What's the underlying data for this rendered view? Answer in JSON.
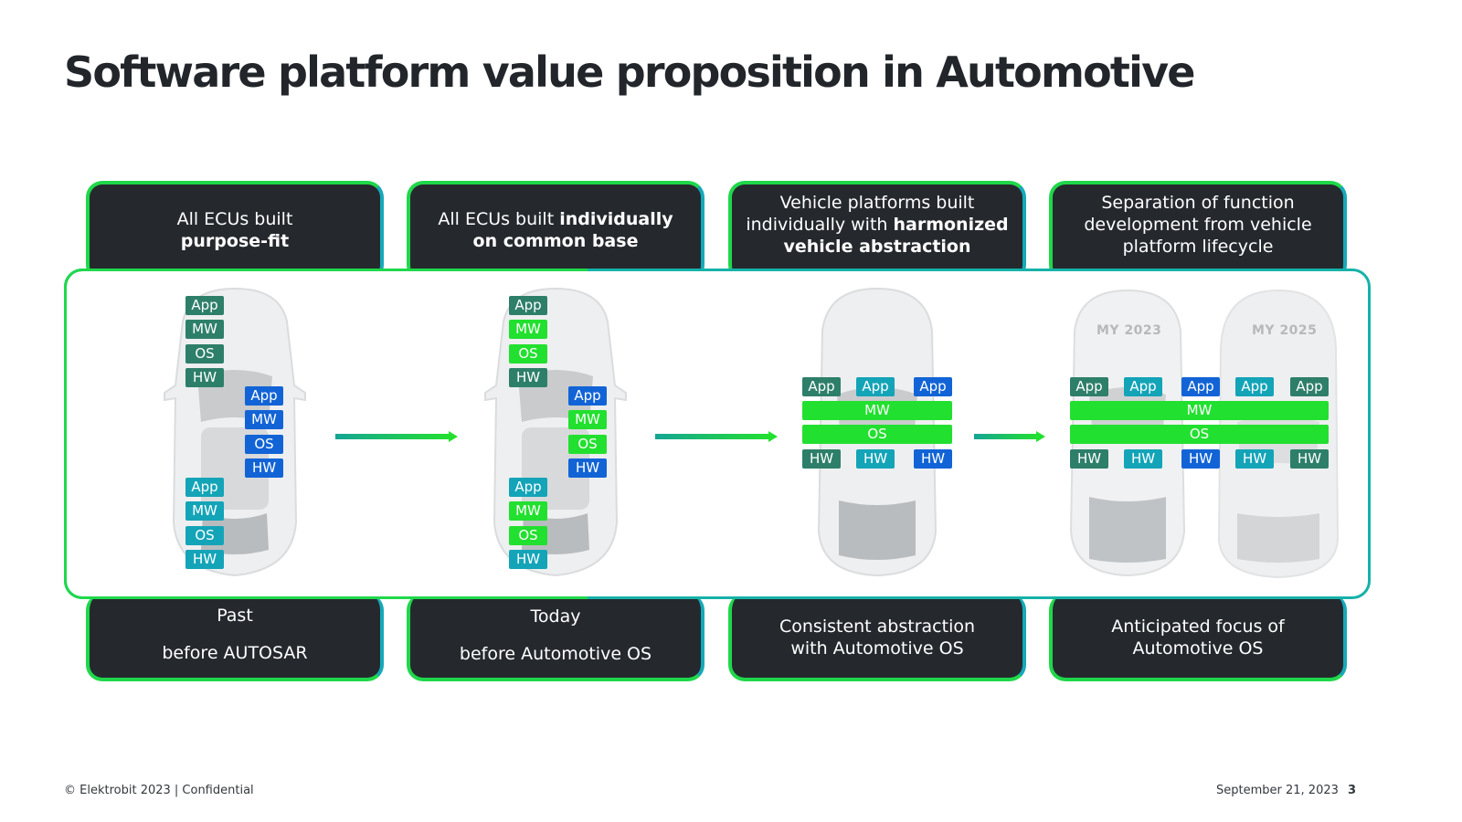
{
  "title": "Software platform value proposition in Automotive",
  "colors": {
    "dark_green": "#2e7f6a",
    "blue": "#1264d6",
    "teal": "#14a4b8",
    "green": "#22e02f",
    "card_bg": "#25292e"
  },
  "columns": [
    {
      "top": {
        "pre": "All ECUs built",
        "bold": "purpose-fit"
      },
      "bottom": {
        "line1": "Past",
        "line2": "before AUTOSAR"
      }
    },
    {
      "top": {
        "pre": "All ECUs built ",
        "bold": "individually on common base"
      },
      "bottom": {
        "line1": "Today",
        "line2": "before Automotive OS"
      }
    },
    {
      "top": {
        "pre": "Vehicle platforms built individually with ",
        "bold": "harmonized vehicle abstraction"
      },
      "bottom": {
        "line1": "Consistent abstraction with Automotive OS"
      }
    },
    {
      "top": {
        "pre": "Separation of function development from vehicle platform lifecycle",
        "bold": ""
      },
      "bottom": {
        "line1": "Anticipated focus of Automotive OS"
      }
    }
  ],
  "labels": {
    "app": "App",
    "mw": "MW",
    "os": "OS",
    "hw": "HW"
  },
  "model_years": [
    "MY 2023",
    "MY 2025"
  ],
  "footer": {
    "left": "© Elektrobit 2023 | Confidential",
    "date": "September 21, 2023",
    "page": "3"
  }
}
